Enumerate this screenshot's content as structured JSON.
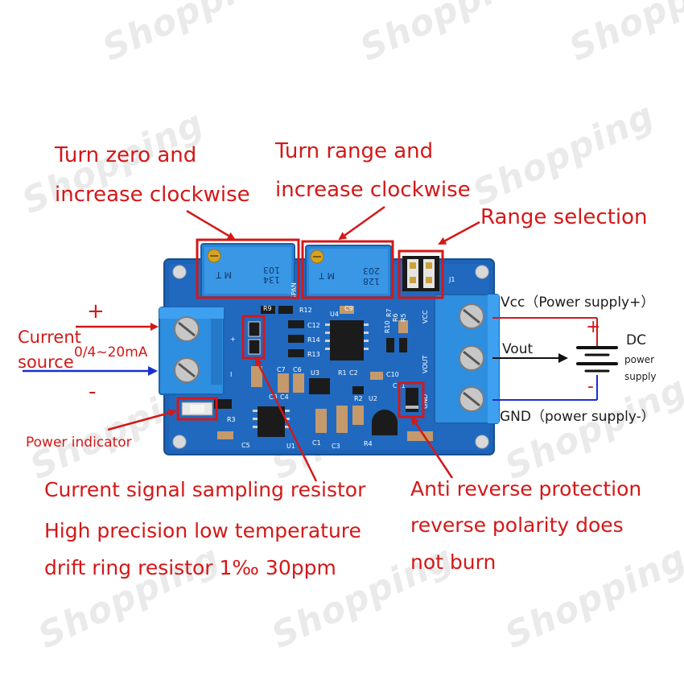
{
  "annotations": {
    "turn_zero": [
      "Turn zero and",
      "increase clockwise"
    ],
    "turn_range": [
      "Turn range and",
      "increase clockwise"
    ],
    "range_selection": "Range selection",
    "plus_input": "+",
    "minus_input": "-",
    "current_source": [
      "Current",
      "source"
    ],
    "current_range": "0/4~20mA",
    "power_indicator": "Power indicator",
    "vcc": "Vcc（Power supply+）",
    "vout": "Vout",
    "gnd": "GND（power supply-）",
    "dc": "DC",
    "power_supply": [
      "power",
      "supply"
    ],
    "plus_output": "+",
    "minus_output": "-",
    "sampling_resistor": [
      "Current signal sampling resistor",
      "High precision low temperature",
      "drift ring resistor 1‰ 30ppm"
    ],
    "anti_reverse": [
      "Anti reverse protection",
      "reverse polarity does",
      "not burn"
    ]
  },
  "board_labels": {
    "pot1_top": "103",
    "pot1_bottom": "134",
    "pot1_letters": "M T",
    "pot2_top": "203",
    "pot2_bottom": "128",
    "pot2_letters": "M T",
    "span": "SPAN",
    "j1": "J1",
    "r9": "R9",
    "r12": "R12",
    "c9": "C9",
    "r10": "R10",
    "r6": "R6",
    "r5": "R5",
    "r7": "R7",
    "c12": "C12",
    "r14": "R14",
    "r13": "R13",
    "u4": "U4",
    "vcc": "VCC",
    "vout": "VOUT",
    "gnd": "GND",
    "c7": "C7",
    "c6": "C6",
    "u3": "U3",
    "r1": "R1",
    "c2": "C2",
    "c10": "C10",
    "c8": "C8",
    "c4": "C4",
    "r2": "R2",
    "u2": "U2",
    "r3": "R3",
    "c5": "C5",
    "u1": "U1",
    "c1": "C1",
    "c3": "C3",
    "r4": "R4",
    "c11": "C11",
    "in_plus": "+",
    "in_minus": "I"
  },
  "watermark": "Shopping",
  "colors": {
    "label_red": "#d41818",
    "arrow_red": "#d41818",
    "arrow_blue": "#1b2fcf",
    "pcb_blue": "#1d63b8",
    "terminal_blue": "#2e8ee0"
  }
}
